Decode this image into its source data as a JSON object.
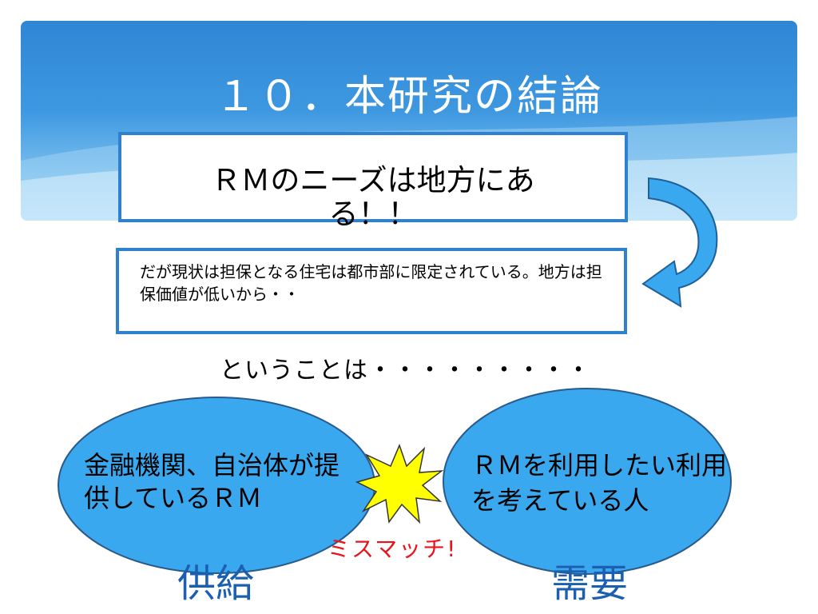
{
  "slide": {
    "title": "１０．本研究の結論",
    "main_statement": "ＲＭのニーズは地方にある！！",
    "reason": "だが現状は担保となる住宅は都市部に限定されている。地方は担保価値が低いから・・",
    "transition": "ということは・・・・・・・・・",
    "supply_bubble": "金融機関、自治体が提供しているＲＭ",
    "demand_bubble": "ＲＭを利用したい利用を考えている人",
    "mismatch_label": "ミスマッチ!",
    "supply_label": "供給",
    "demand_label": "需要"
  },
  "colors": {
    "banner": "#3e98e0",
    "box_border": "#2f80cf",
    "bubble_fill": "#3aa8ee",
    "bubble_border": "#2a5a8c",
    "star_fill": "#ffff00",
    "label_blue": "#1b5fb0",
    "mismatch_red": "#e8141b"
  },
  "icons": [
    "curved-arrow-icon",
    "explosion-star-icon"
  ]
}
